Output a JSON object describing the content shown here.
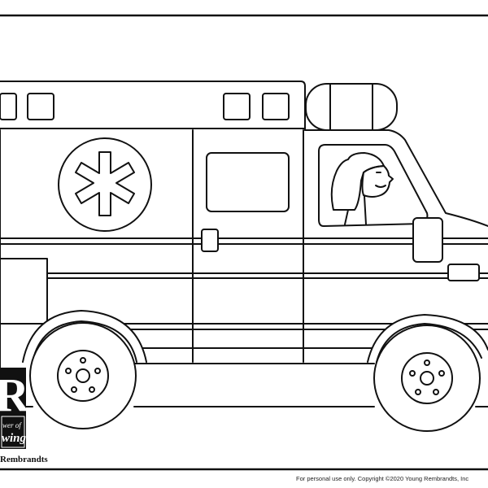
{
  "artwork": {
    "subject": "ambulance",
    "style": "coloring page line art",
    "line_color": "#111111",
    "paper_color": "#ffffff",
    "driver": "woman with shoulder-length hair"
  },
  "logo": {
    "letter": "R",
    "tagline_line1": "wer of",
    "tagline_line2": "wing",
    "brand_name": "Rembrandts"
  },
  "footer": {
    "copyright": "For personal use only. Copyright ©2020 Young Rembrandts, Inc"
  }
}
